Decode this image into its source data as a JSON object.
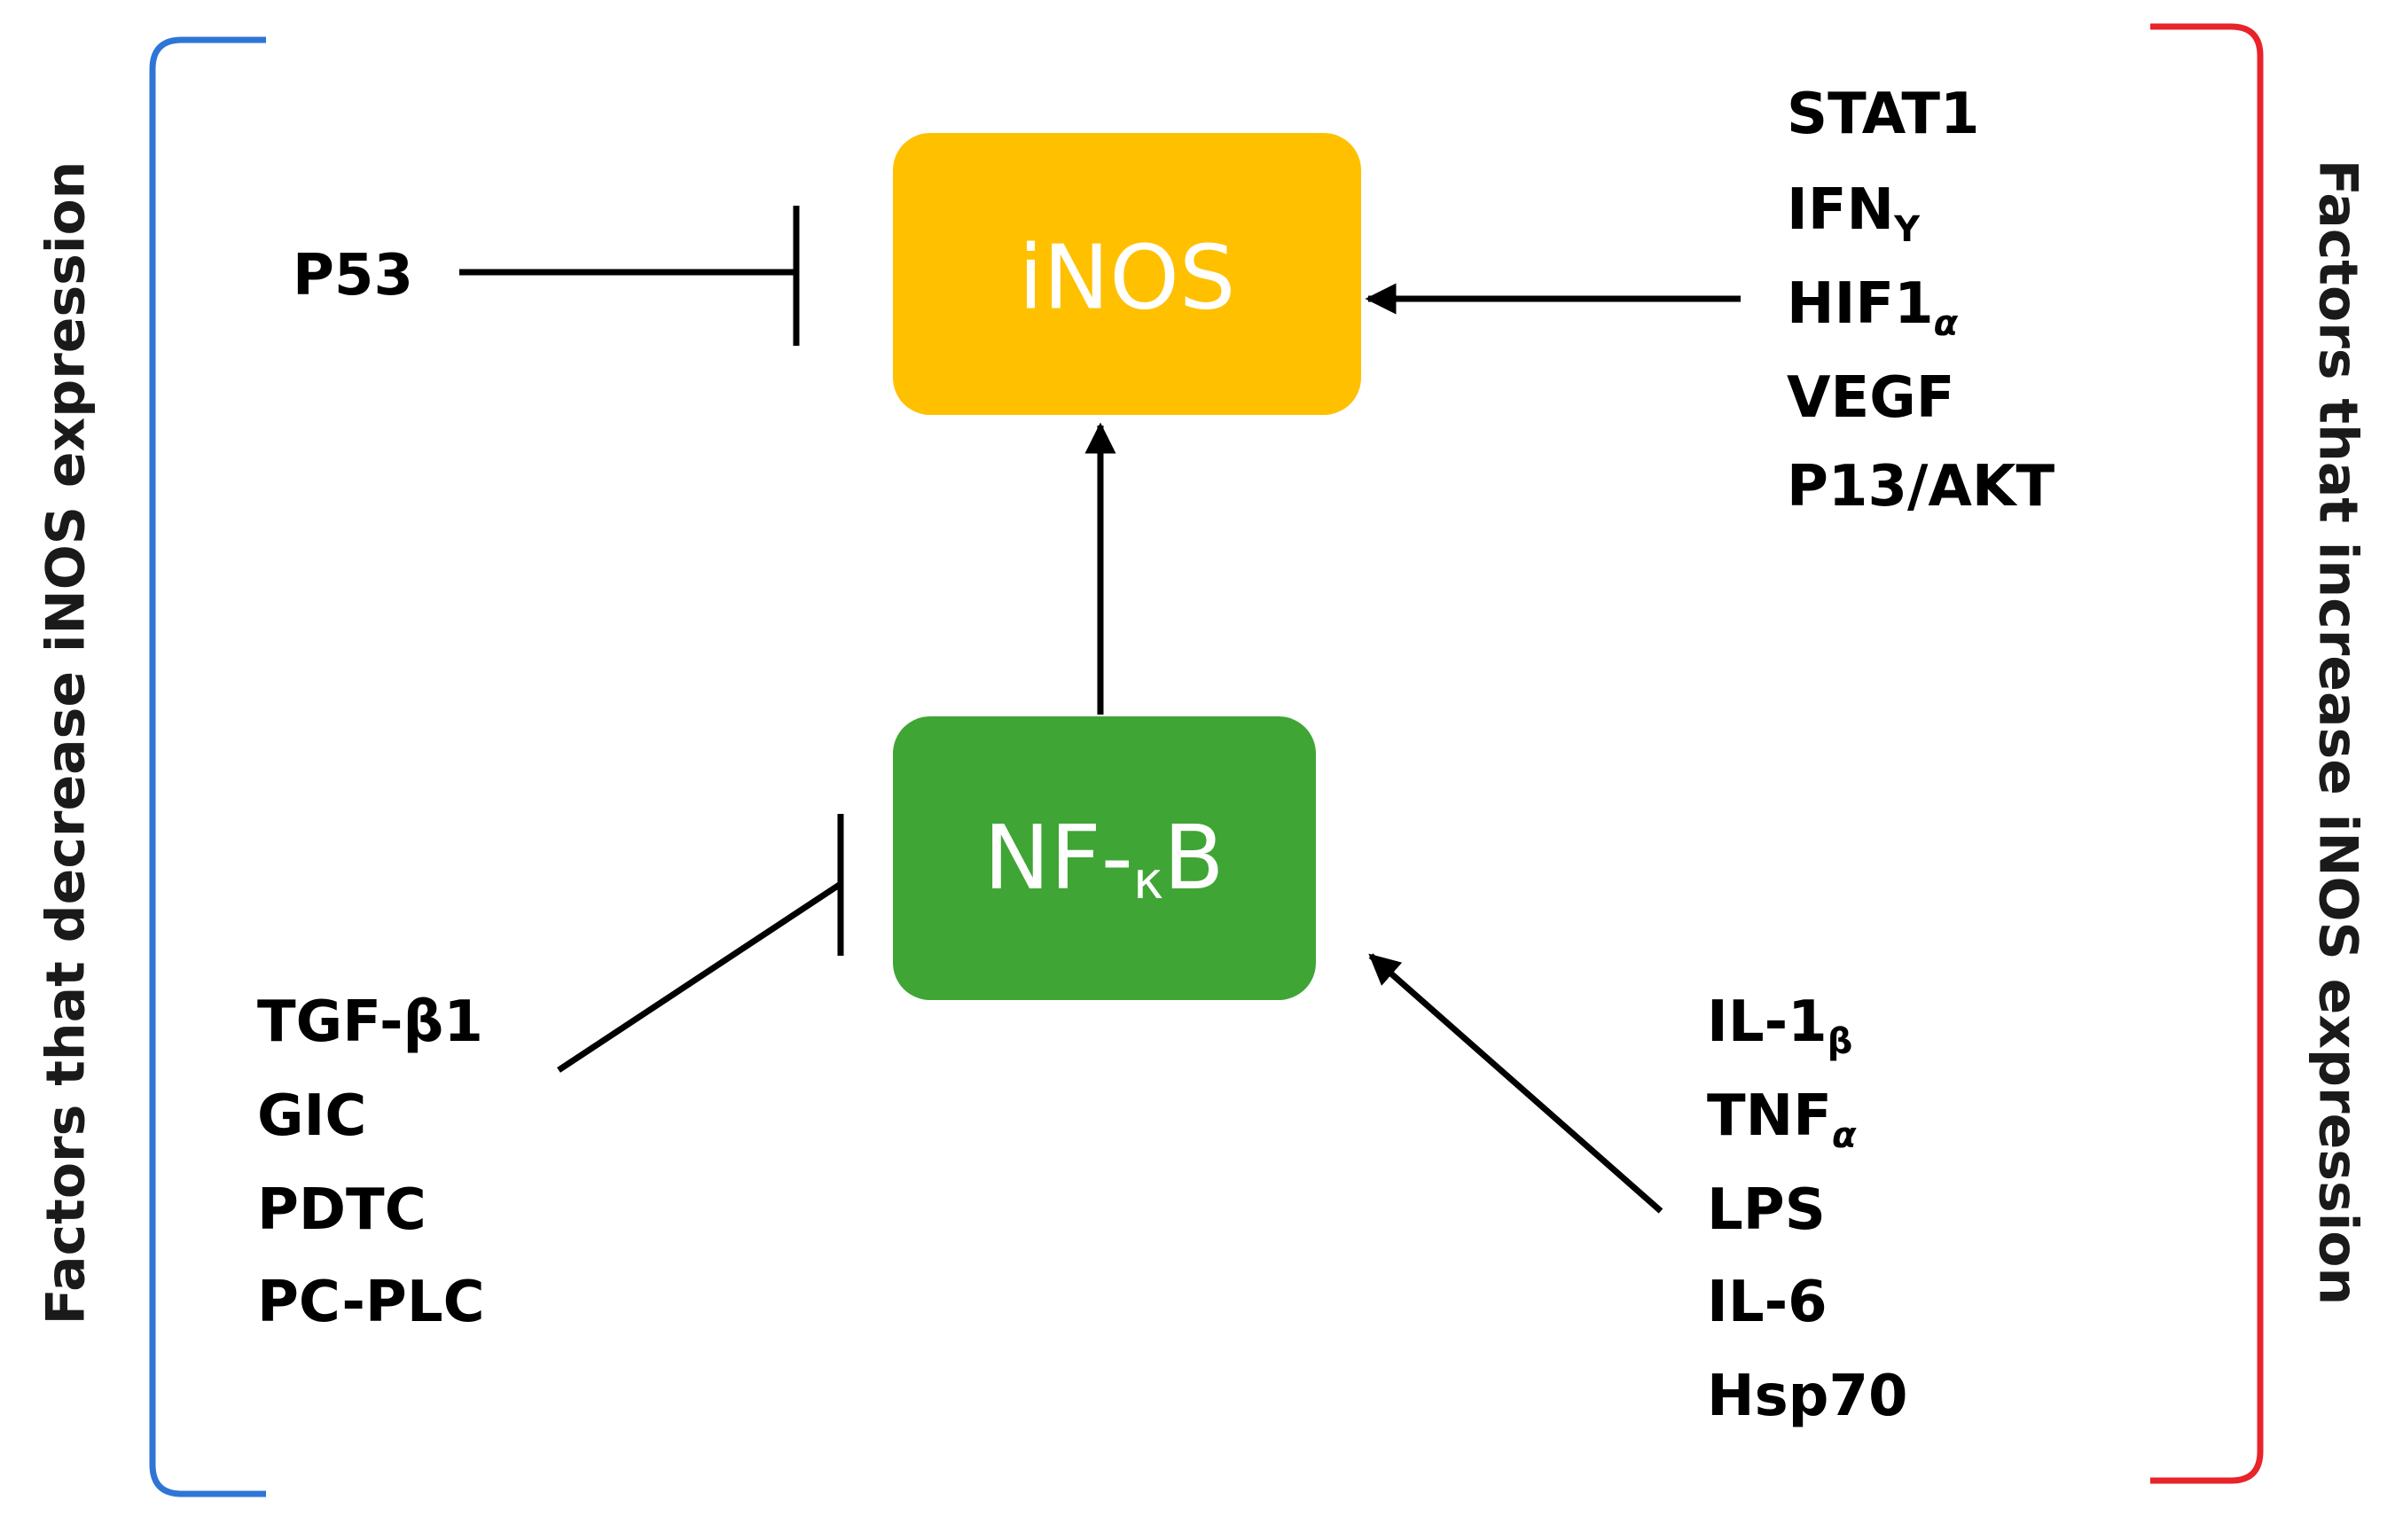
{
  "diagram": {
    "nodes": {
      "inos": {
        "label": "iNOS",
        "color": "#FFC000"
      },
      "nfkb": {
        "label_main": "NF-",
        "label_sub": "κ",
        "label_tail": "B",
        "color": "#3FA535"
      }
    },
    "side_labels": {
      "left": {
        "text": "Factors that decrease iNOS expression",
        "bracket_color": "#2E75D6"
      },
      "right": {
        "text": "Factors that increase iNOS expression",
        "bracket_color": "#E8232A"
      }
    },
    "inhibitors_of_inos": [
      {
        "text": "P53"
      }
    ],
    "inducers_of_inos": [
      {
        "text": "STAT1"
      },
      {
        "text": "IFN",
        "sub": "Y"
      },
      {
        "text": "HIF1",
        "sub": "α"
      },
      {
        "text": "VEGF"
      },
      {
        "text": "P13/AKT"
      }
    ],
    "inhibitors_of_nfkb": [
      {
        "text": "TGF-β1"
      },
      {
        "text": "GIC"
      },
      {
        "text": "PDTC"
      },
      {
        "text": "PC-PLC"
      }
    ],
    "inducers_of_nfkb": [
      {
        "text": "IL-1",
        "sub": "β"
      },
      {
        "text": "TNF",
        "sub": "α"
      },
      {
        "text": "LPS"
      },
      {
        "text": "IL-6"
      },
      {
        "text": "Hsp70"
      }
    ],
    "edges": [
      {
        "from": "P53",
        "to": "iNOS",
        "type": "inhibits"
      },
      {
        "from": "inducers_of_inos",
        "to": "iNOS",
        "type": "activates"
      },
      {
        "from": "NF-κB",
        "to": "iNOS",
        "type": "activates"
      },
      {
        "from": "inhibitors_of_nfkb",
        "to": "NF-κB",
        "type": "inhibits"
      },
      {
        "from": "inducers_of_nfkb",
        "to": "NF-κB",
        "type": "activates"
      }
    ]
  }
}
